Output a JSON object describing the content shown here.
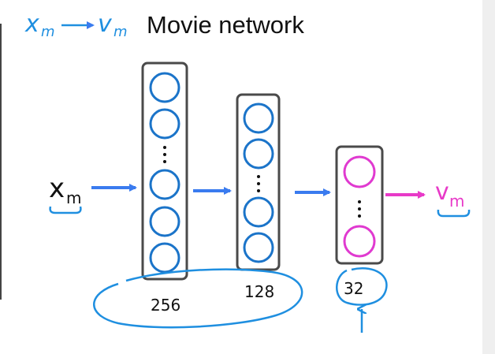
{
  "header": {
    "annotation_left": "x",
    "annotation_left_sub": "m",
    "annotation_right": "v",
    "annotation_right_sub": "m",
    "title": "Movie network"
  },
  "input": {
    "symbol": "x",
    "subscript": "m"
  },
  "output": {
    "symbol": "v",
    "subscript": "m"
  },
  "layers": [
    {
      "units": "256"
    },
    {
      "units": "128"
    },
    {
      "units": "32"
    }
  ],
  "colors": {
    "annotation": "#1f8fe0",
    "neuron_blue": "#1b74c9",
    "neuron_output": "#e03ad0",
    "arrow_blue": "#3a7bef",
    "arrow_pink": "#e83ac8",
    "box_stroke": "#4a4a4a"
  }
}
